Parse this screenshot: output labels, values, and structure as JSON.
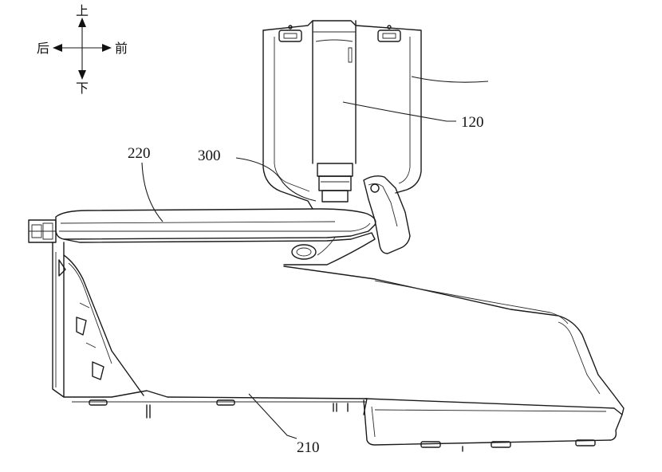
{
  "orientation": {
    "up": "上",
    "down": "下",
    "rear": "后",
    "front": "前"
  },
  "labels": {
    "water_tank": "120",
    "lid": "220",
    "connector": "300",
    "base_body": "210"
  }
}
